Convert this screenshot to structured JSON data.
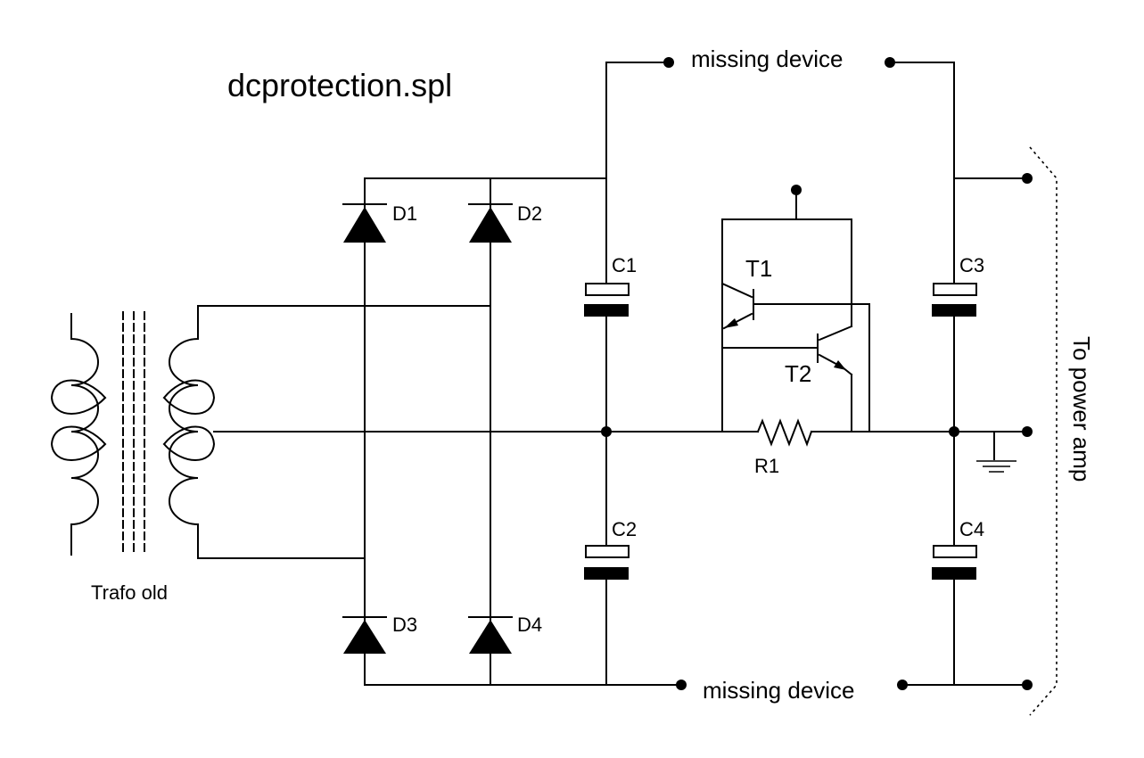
{
  "title": "dcprotection.spl",
  "transformer": {
    "label": "Trafo old"
  },
  "diodes": [
    "D1",
    "D2",
    "D3",
    "D4"
  ],
  "capacitors": [
    "C1",
    "C2",
    "C3",
    "C4"
  ],
  "transistors": [
    "T1",
    "T2"
  ],
  "resistor": "R1",
  "missing_top": "missing device",
  "missing_bottom": "missing device",
  "output_label": "To power amp"
}
